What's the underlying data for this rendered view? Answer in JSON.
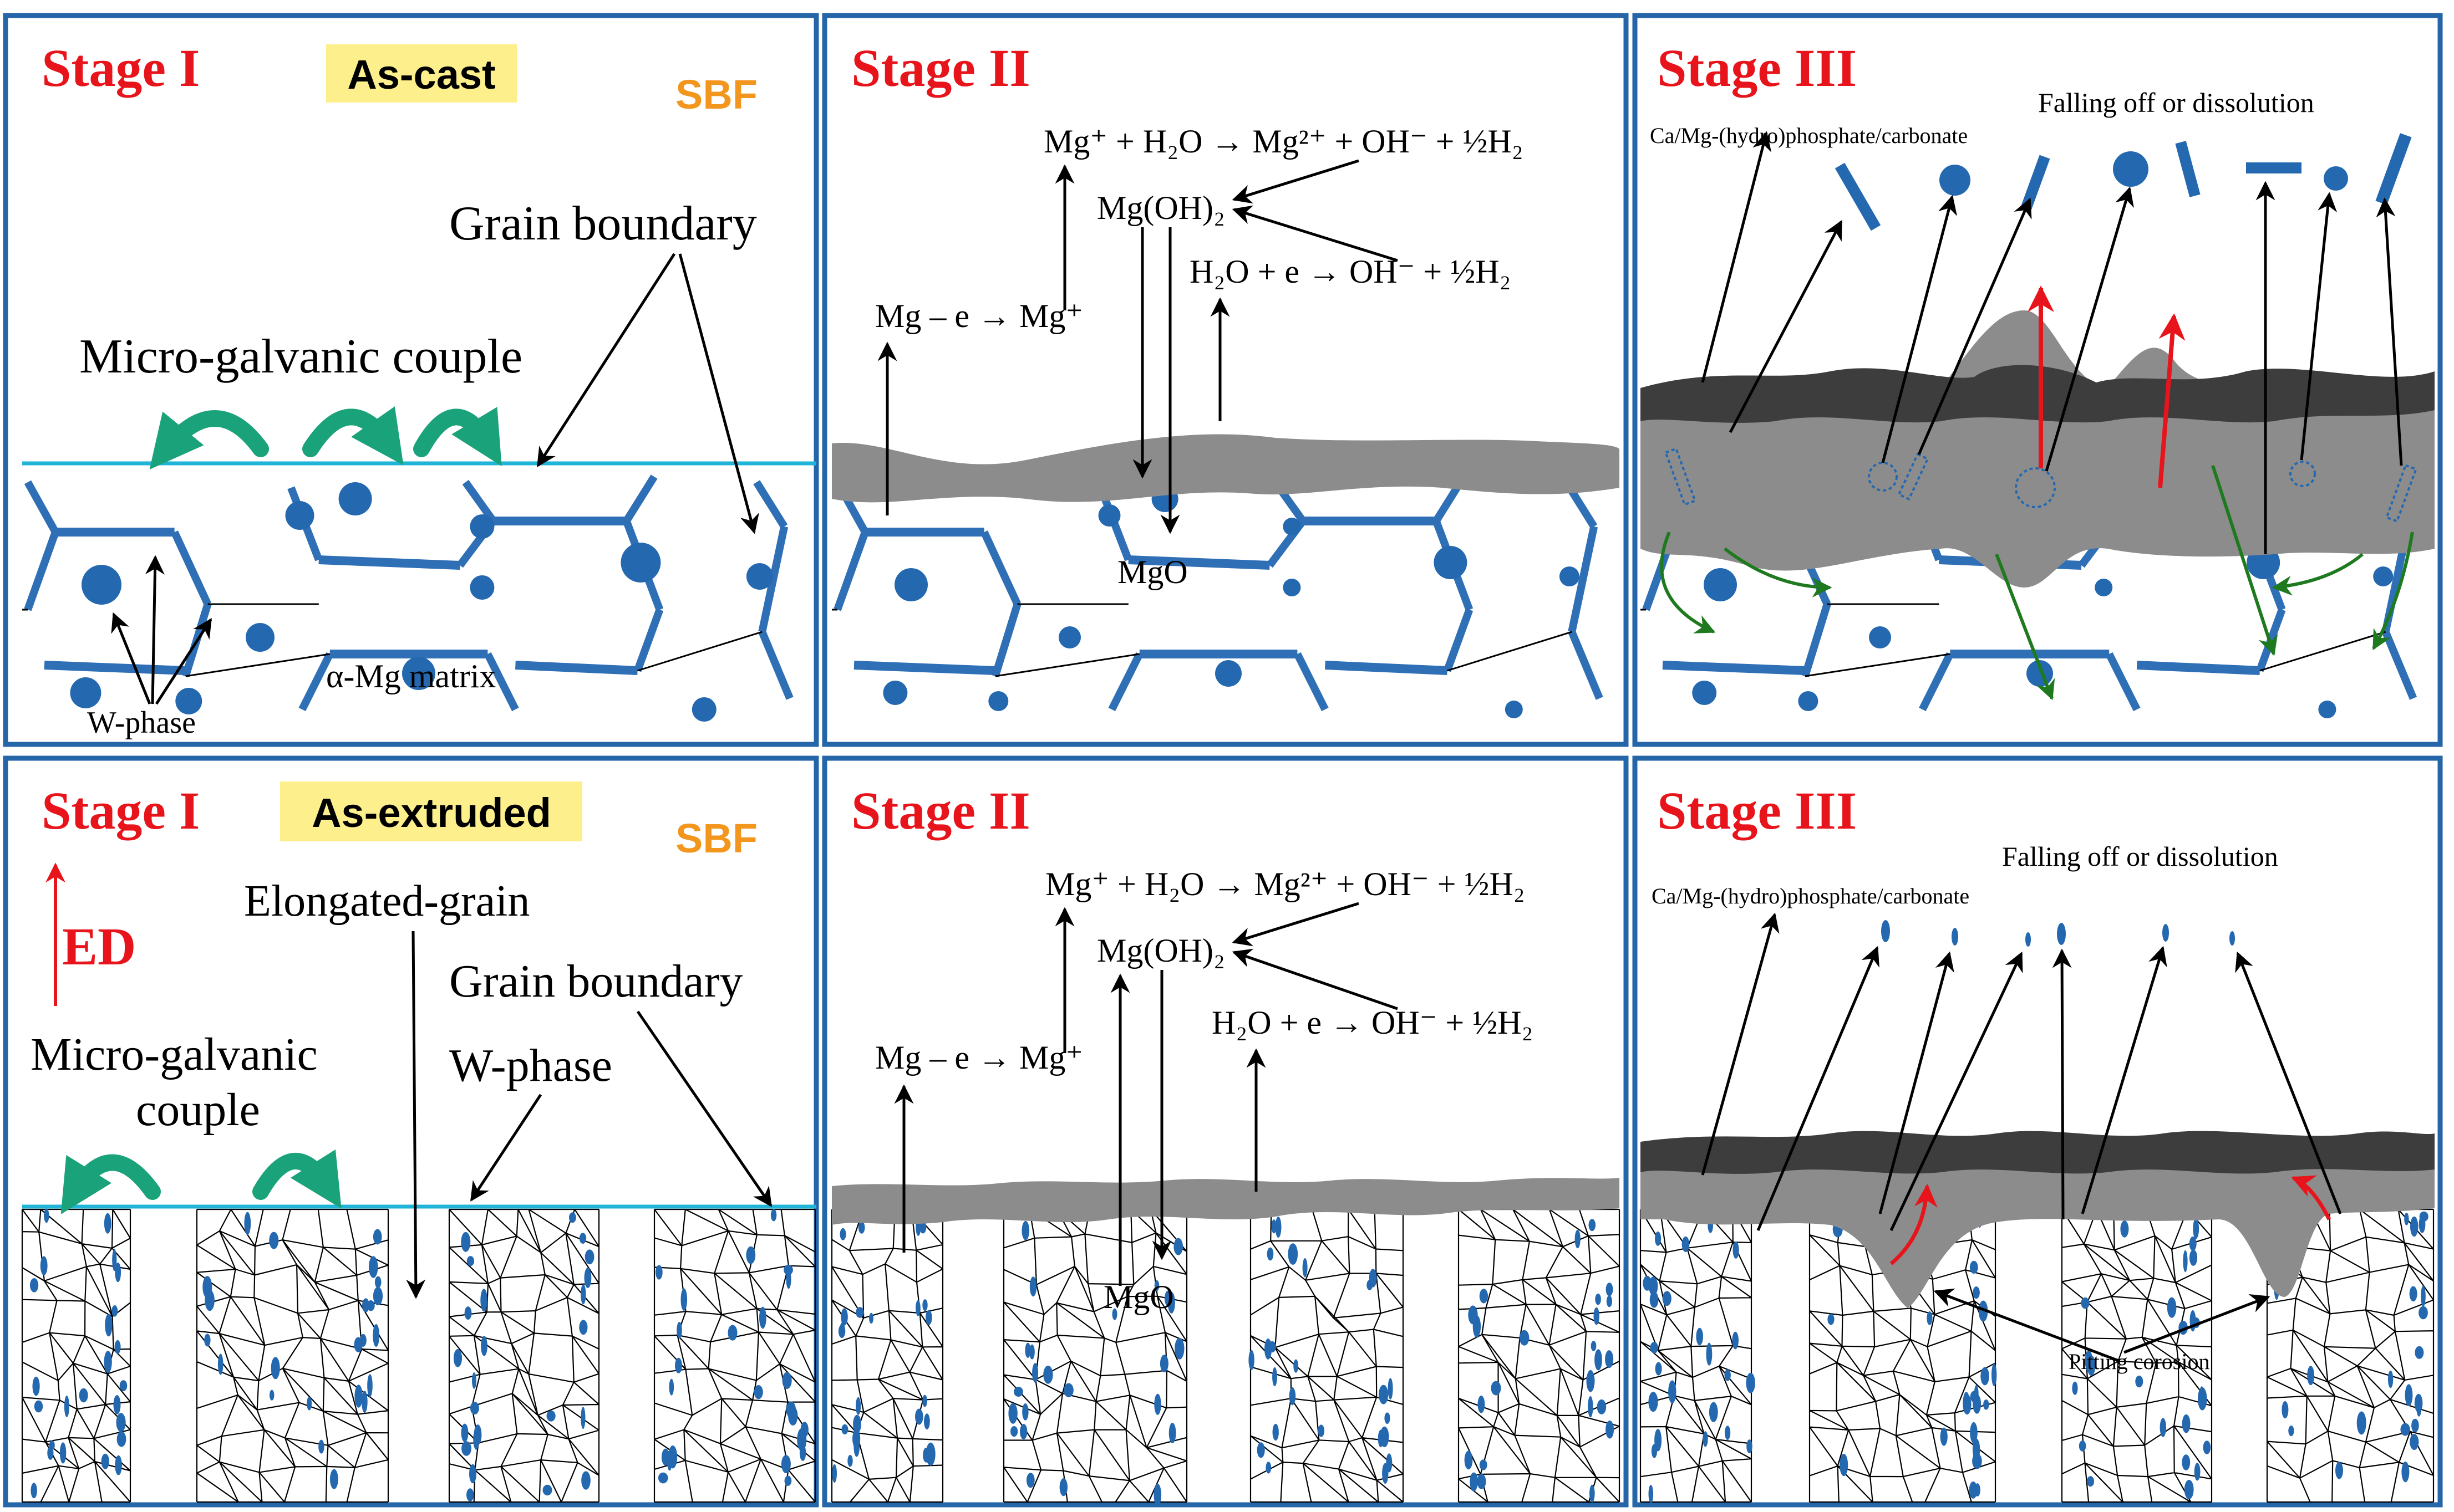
{
  "colors": {
    "frame": "#2566a8",
    "stage_title": "#e8141b",
    "sbf": "#f3961e",
    "highlight": "#fcef8c",
    "boundary_line": "#20b4d8",
    "grain_boundary": "#2e6fb5",
    "particle": "#2468b0",
    "galvanic_arrow": "#1aa37a",
    "film_grey": "#8c8c8c",
    "film_dark": "#3d3d3d",
    "ed_arrow": "#e8141b",
    "red_arrow": "#e8141b",
    "green_arrow": "#1f7a1f"
  },
  "panels": {
    "cast_stage1": {
      "stage": "Stage I",
      "condition": "As-cast",
      "medium": "SBF",
      "labels": {
        "grain_boundary": "Grain boundary",
        "micro_galvanic": "Micro-galvanic couple",
        "w_phase": "W-phase",
        "matrix": "α-Mg matrix"
      }
    },
    "cast_stage2": {
      "stage": "Stage II",
      "eq_hydrolysis": "Mg⁺ + H₂O → Mg²⁺ + OH⁻ + ½H₂",
      "eq_hydroxide": "Mg(OH)₂",
      "eq_water": "H₂O + e → OH⁻ + ½H₂",
      "eq_oxidation": "Mg – e → Mg⁺",
      "oxide": "MgO"
    },
    "cast_stage3": {
      "stage": "Stage III",
      "falling": "Falling off or dissolution",
      "product": "Ca/Mg-(hydro)phosphate/carbonate"
    },
    "ext_stage1": {
      "stage": "Stage I",
      "condition": "As-extruded",
      "medium": "SBF",
      "labels": {
        "ed": "ED",
        "elongated": "Elongated-grain",
        "grain_boundary": "Grain boundary",
        "w_phase": "W-phase",
        "micro_galvanic_1": "Micro-galvanic",
        "micro_galvanic_2": "couple"
      }
    },
    "ext_stage2": {
      "stage": "Stage II",
      "eq_hydrolysis": "Mg⁺ + H₂O → Mg²⁺ + OH⁻ + ½H₂",
      "eq_hydroxide": "Mg(OH)₂",
      "eq_water": "H₂O + e → OH⁻ + ½H₂",
      "eq_oxidation": "Mg – e → Mg⁺",
      "oxide": "MgO"
    },
    "ext_stage3": {
      "stage": "Stage III",
      "falling": "Falling off or dissolution",
      "product": "Ca/Mg-(hydro)phosphate/carbonate",
      "pitting": "Pitting corosion"
    }
  }
}
